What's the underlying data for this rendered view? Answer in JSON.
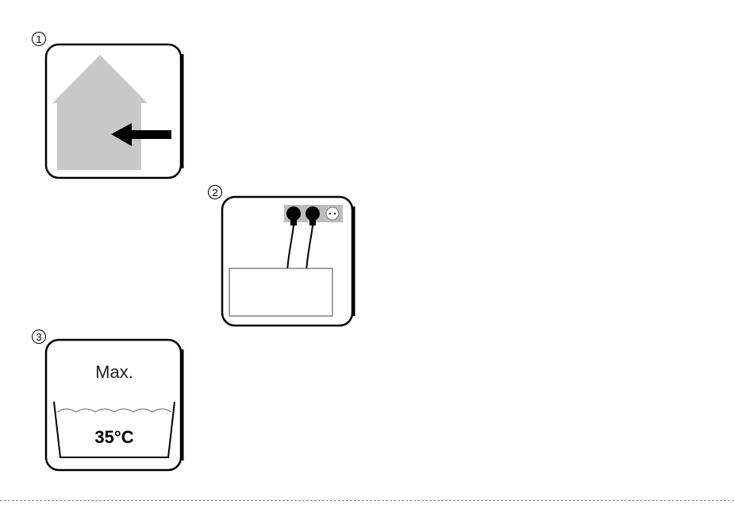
{
  "steps": [
    {
      "number": "1",
      "icon": "house-arrow-indoor-icon"
    },
    {
      "number": "2",
      "icon": "plug-socket-device-icon"
    },
    {
      "number": "3",
      "icon": "water-tank-max-temperature-icon",
      "max_label": "Max.",
      "temperature_label": "35°C"
    }
  ],
  "colors": {
    "house_fill": "#c8c8c8",
    "socket_fill": "#bdbdbd",
    "stroke": "#000000"
  }
}
